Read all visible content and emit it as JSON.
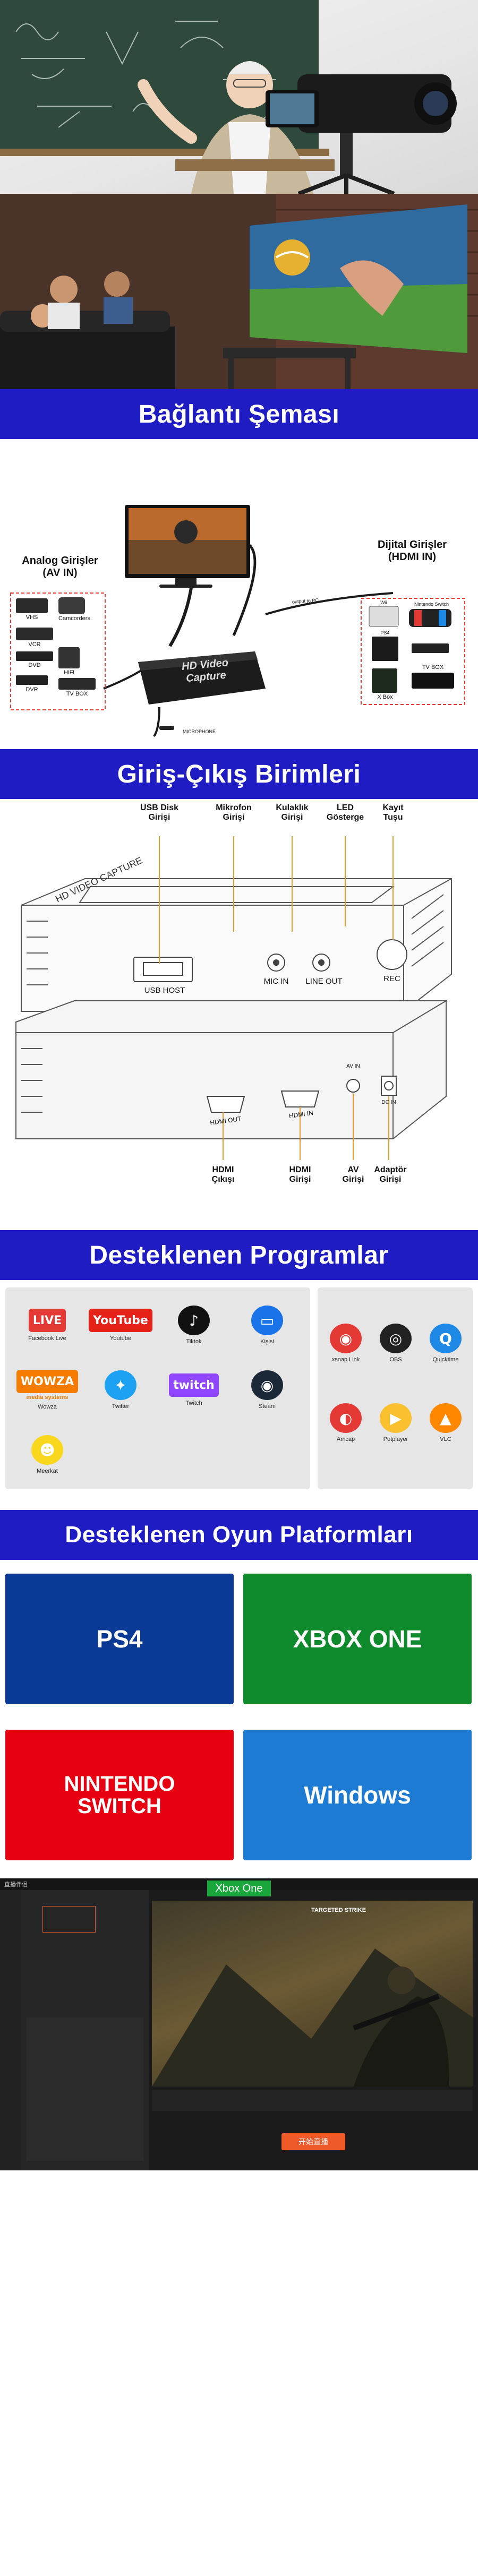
{
  "sections": {
    "connection_title": "Bağlantı Şeması",
    "io_title": "Giriş-Çıkış Birimleri",
    "programs_title": "Desteklenen Programlar",
    "platforms_title": "Desteklenen Oyun Platformları"
  },
  "diagram": {
    "analog_title": "Analog  Girişler\n(AV IN)",
    "digital_title": "Dijital Girişler\n(HDMI IN)",
    "analog_devices": [
      "VHS",
      "Camcorders",
      "VCR",
      "DVD",
      "HiFi",
      "DVR",
      "TV BOX"
    ],
    "digital_devices": [
      "Wii",
      "Nintendo Switch",
      "PS4",
      "X Box",
      "TV BOX"
    ],
    "device_label": "HD Video\nCapture",
    "mic_label": "MICROPHONE",
    "cable_label": "output to PC"
  },
  "io": {
    "top_labels": [
      "USB Disk\nGirişi",
      "Mikrofon\nGirişi",
      "Kulaklık\nGirişi",
      "LED\nGösterge",
      "Kayıt\nTuşu"
    ],
    "bottom_labels": [
      "HDMI\nÇıkışı",
      "HDMI\nGirişi",
      "AV\nGirişi",
      "Adaptör\nGirişi"
    ],
    "port_texts": {
      "usb": "USB HOST",
      "mic": "MIC IN",
      "line": "LINE OUT",
      "rec": "REC",
      "hdmi_out": "HDMI OUT",
      "hdmi_in": "HDMI IN",
      "av_in": "AV IN",
      "dc_in": "DC IN"
    },
    "device_print": "HD VIDEO CAPTURE"
  },
  "programs_left": [
    {
      "name": "Facebook Live",
      "logo": "LIVE",
      "color": "#e53935"
    },
    {
      "name": "Youtube",
      "logo": "YouTube",
      "color": "#e62117"
    },
    {
      "name": "Tiktok",
      "logo": "♪",
      "color": "#111111"
    },
    {
      "name": "Kişisi",
      "logo": "▭",
      "color": "#1a73e8"
    },
    {
      "name": "Wowza",
      "logo": "WOWZA",
      "color": "#f57c00"
    },
    {
      "name": "Twitter",
      "logo": "✦",
      "color": "#1da1f2"
    },
    {
      "name": "Twitch",
      "logo": "twitch",
      "color": "#9146ff"
    },
    {
      "name": "Steam",
      "logo": "◉",
      "color": "#1b2838"
    },
    {
      "name": "Meerkat",
      "logo": "☻",
      "color": "#f9d71c"
    }
  ],
  "wowza_sub": "media systems",
  "programs_right": [
    {
      "name": "xsnap Link",
      "logo": "◉",
      "color": "#e53935"
    },
    {
      "name": "OBS",
      "logo": "◎",
      "color": "#222222"
    },
    {
      "name": "Quicktime",
      "logo": "Q",
      "color": "#1e88e5"
    },
    {
      "name": "Amcap",
      "logo": "◐",
      "color": "#e53935"
    },
    {
      "name": "Potplayer",
      "logo": "▶",
      "color": "#fbc02d"
    },
    {
      "name": "VLC",
      "logo": "▲",
      "color": "#ff8800"
    }
  ],
  "platforms": [
    {
      "name": "PS4",
      "label": "PS4",
      "bg": "#0a3a96"
    },
    {
      "name": "Xbox One",
      "label": "XBOX ONE",
      "bg": "#0e8a2c"
    },
    {
      "name": "Nintendo Switch",
      "label": "NINTENDO\nSWITCH",
      "bg": "#e60012"
    },
    {
      "name": "Windows",
      "label": "Windows",
      "bg": "#1e7bd4"
    }
  ],
  "software": {
    "window_title": "Xbox One",
    "app_name": "直播伴侣",
    "overlay_text": "TARGETED STRIKE",
    "start_button": "开始直播"
  }
}
